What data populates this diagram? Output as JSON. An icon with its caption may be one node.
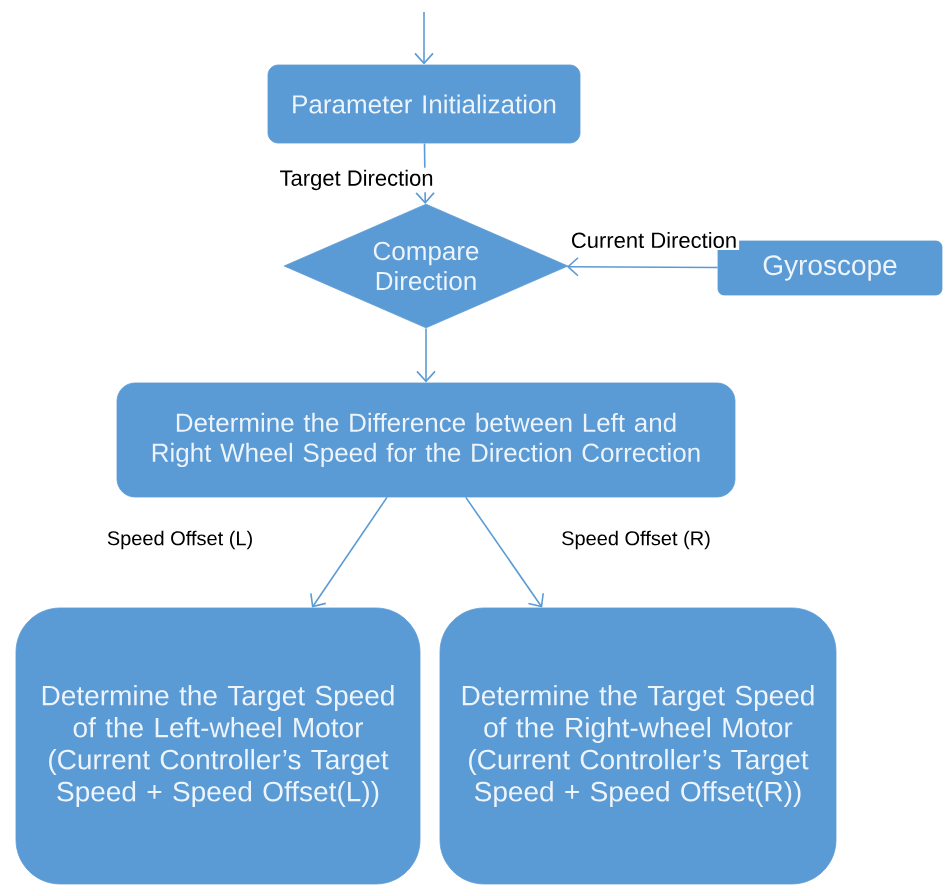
{
  "diagram": {
    "nodes": [
      {
        "text": [
          "Parameter Initialization"
        ]
      },
      {
        "text": [
          "Compare Direction"
        ]
      },
      {
        "text": [
          "Gyroscope"
        ]
      },
      {
        "text": [
          "Determine the Difference between Left and Right Wheel Speed for the Direction Correction"
        ]
      },
      {
        "text": [
          "Determine the Target Speed of the Left-wheel Motor (Current Controller’s Target Speed + Speed Offset(L))"
        ]
      },
      {
        "text": [
          "Determine the Target Speed of the Right-wheel Motor (Current Controller’s Target Speed + Speed Offset(R))"
        ]
      }
    ],
    "edges": [
      {
        "from": null,
        "to": 0,
        "arrow": "to"
      },
      {
        "from": 0,
        "to": 1,
        "arrow": "to",
        "label": "Target Direction"
      },
      {
        "from": 2,
        "to": 1,
        "arrow": "to",
        "label": "Current Direction"
      },
      {
        "from": 1,
        "to": 3,
        "arrow": "to"
      },
      {
        "from": 3,
        "to": 4,
        "arrow": "to",
        "label": "Speed Offset (L)"
      },
      {
        "from": 3,
        "to": 5,
        "arrow": "to",
        "label": "Speed Offset (R)"
      }
    ]
  }
}
